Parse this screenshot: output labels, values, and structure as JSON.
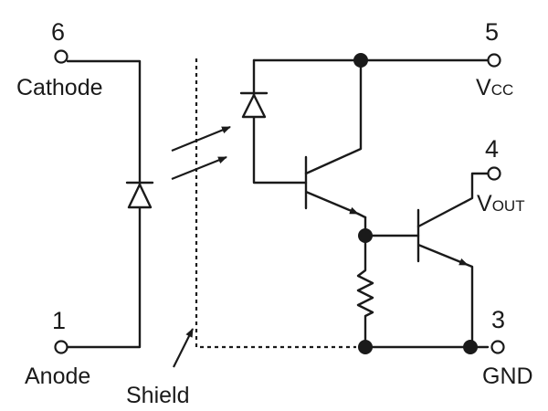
{
  "pins": {
    "p6": {
      "number": "6",
      "name": "Cathode"
    },
    "p1": {
      "number": "1",
      "name": "Anode"
    },
    "p5": {
      "number": "5",
      "name_main": "V",
      "name_sub": "CC"
    },
    "p4": {
      "number": "4",
      "name_main": "V",
      "name_sub": "OUT"
    },
    "p3": {
      "number": "3",
      "name": "GND"
    }
  },
  "shield_label": "Shield",
  "components": [
    "input-led",
    "photodiode",
    "transistor-q1",
    "transistor-q2",
    "resistor",
    "shield"
  ]
}
